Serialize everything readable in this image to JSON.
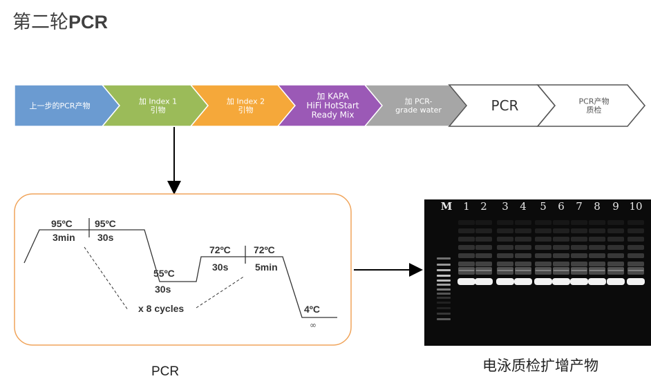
{
  "title": {
    "cn": "第二轮",
    "en": "PCR"
  },
  "steps": [
    {
      "lines": [
        "上一步的PCR产物"
      ],
      "color": "#6b9bd1",
      "text_color": "#ffffff"
    },
    {
      "lines": [
        "加 Index 1",
        "引物"
      ],
      "color": "#9bbb59",
      "text_color": "#ffffff"
    },
    {
      "lines": [
        "加 Index 2",
        "引物"
      ],
      "color": "#f5a83a",
      "text_color": "#ffffff"
    },
    {
      "lines": [
        "加 KAPA",
        "HiFi HotStart",
        "Ready Mix"
      ],
      "color": "#9b59b6",
      "text_color": "#ffffff"
    },
    {
      "lines": [
        "加 PCR-",
        "grade water"
      ],
      "color": "#a6a6a6",
      "text_color": "#ffffff"
    },
    {
      "lines": [
        "PCR"
      ],
      "color": "#ffffff",
      "text_color": "#333333"
    },
    {
      "lines": [
        "PCR产物",
        "质检"
      ],
      "color": "#ffffff",
      "text_color": "#555555"
    }
  ],
  "pcr_program": {
    "denat_temp": "95ºC",
    "denat_time": "3min",
    "cycle_denat_temp": "95ºC",
    "cycle_denat_time": "30s",
    "anneal_temp": "55ºC",
    "anneal_time": "30s",
    "extend_temp": "72ºC",
    "extend_time": "30s",
    "final_ext_temp": "72ºC",
    "final_ext_time": "5min",
    "hold_temp": "4ºC",
    "hold_time": "∞",
    "cycles": "x  8 cycles"
  },
  "captions": {
    "pcr": "PCR",
    "gel": "电泳质检扩增产物"
  },
  "gel": {
    "lane_labels": [
      "M",
      "1",
      "2",
      "3",
      "4",
      "5",
      "6",
      "7",
      "8",
      "9",
      "10"
    ]
  }
}
